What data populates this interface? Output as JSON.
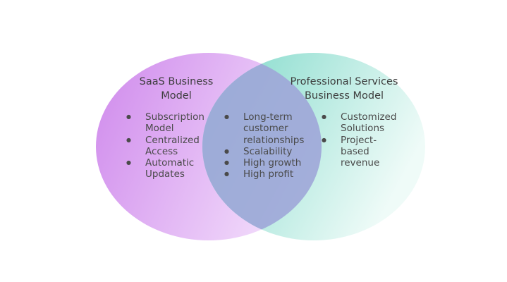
{
  "diagram": {
    "left_circle": {
      "title": "SaaS Business Model",
      "bullets": [
        "Subscription Model",
        "Centralized Access",
        "Automatic Updates"
      ],
      "gradient": [
        "#cf89ec",
        "#f2dcfb"
      ]
    },
    "right_circle": {
      "title": "Professional Services Business Model",
      "bullets": [
        "Customized Solutions",
        "Project-based revenue"
      ],
      "gradient": [
        "#7cd8c8",
        "#effbf8"
      ]
    },
    "overlap": {
      "bullets": [
        "Long-term customer relationships",
        "Scalability",
        "High growth",
        "High profit"
      ],
      "color": "#9ea6d8"
    }
  }
}
